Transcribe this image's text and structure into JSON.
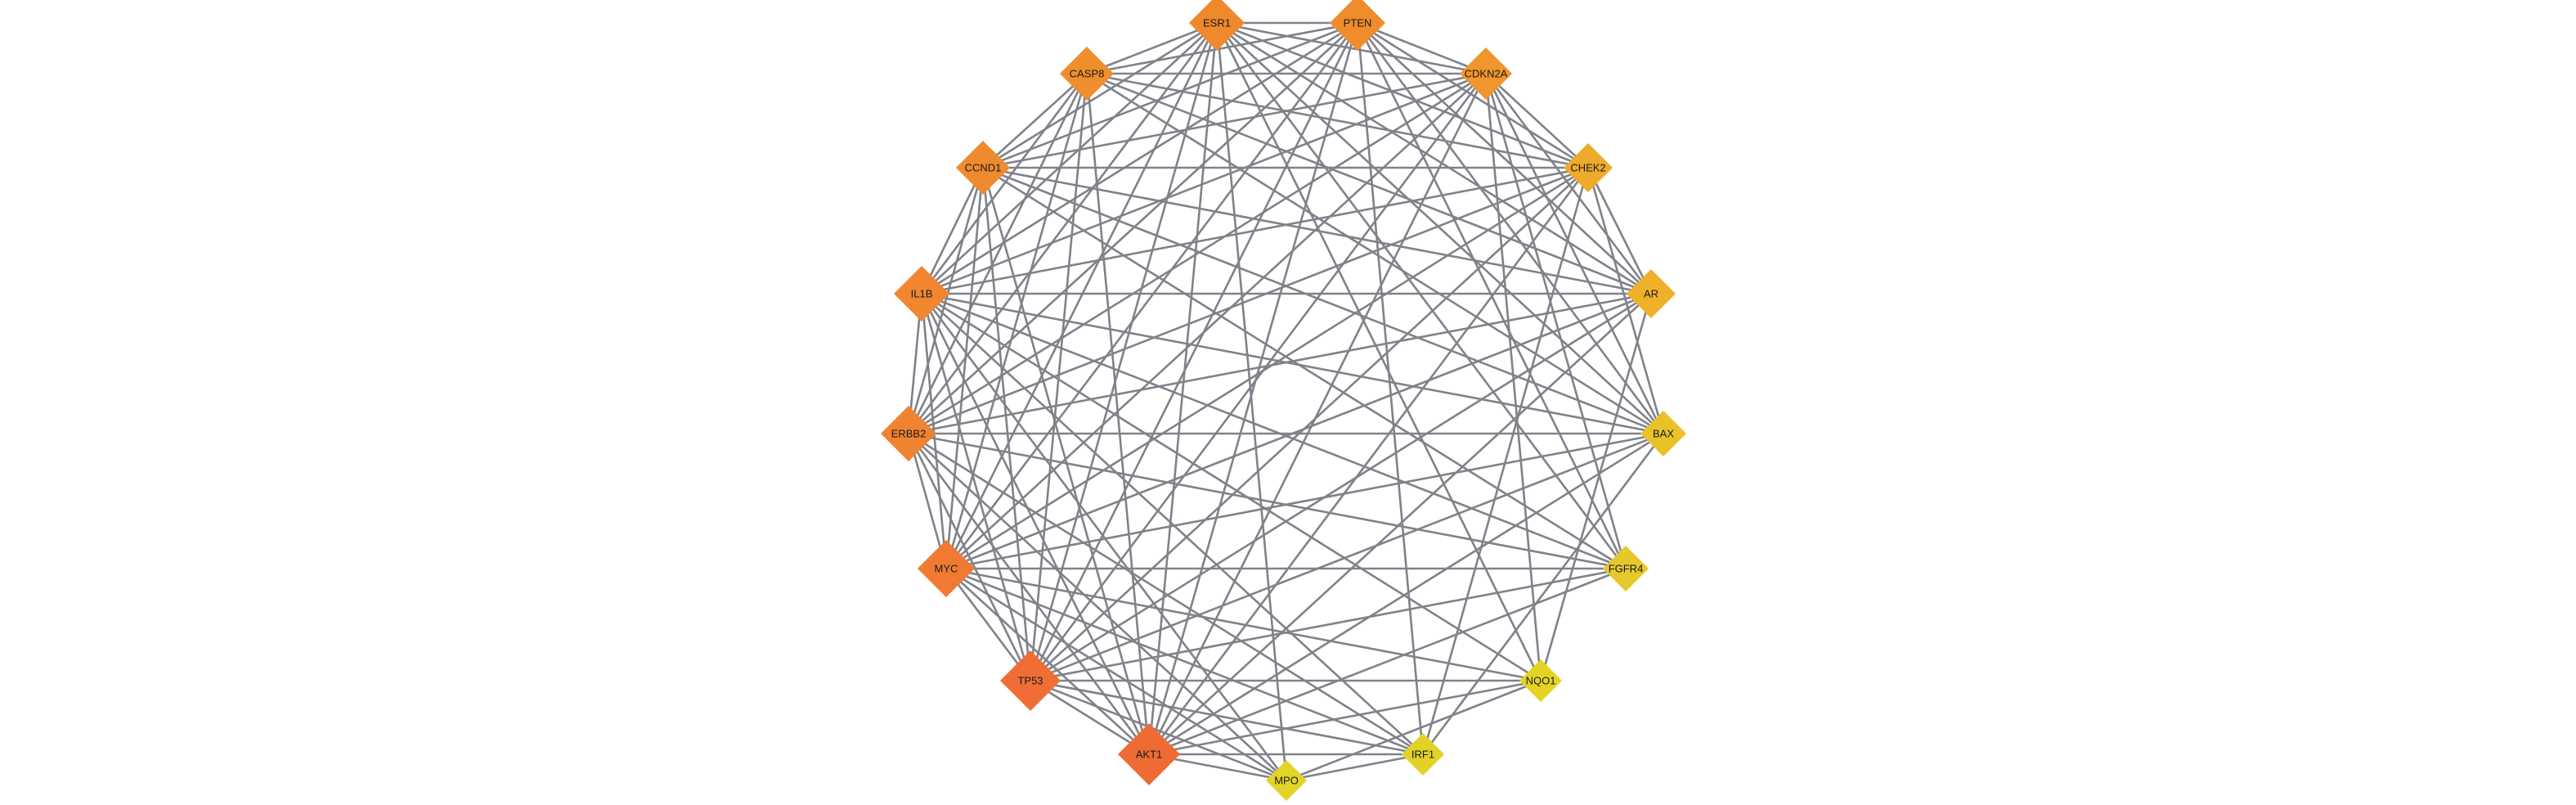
{
  "network": {
    "edge_color": "#80828a",
    "nodes": [
      {
        "id": "ESR1",
        "color": "#f0892c",
        "size": 34
      },
      {
        "id": "PTEN",
        "color": "#f08c2c",
        "size": 34
      },
      {
        "id": "CDKN2A",
        "color": "#f0962c",
        "size": 32
      },
      {
        "id": "CHEK2",
        "color": "#eeaa2a",
        "size": 30
      },
      {
        "id": "AR",
        "color": "#efb12a",
        "size": 30
      },
      {
        "id": "BAX",
        "color": "#e9c22a",
        "size": 28
      },
      {
        "id": "FGFR4",
        "color": "#e6c82c",
        "size": 28
      },
      {
        "id": "NQO1",
        "color": "#e4d324",
        "size": 26
      },
      {
        "id": "IRF1",
        "color": "#e2d226",
        "size": 26
      },
      {
        "id": "MPO",
        "color": "#e2d528",
        "size": 25
      },
      {
        "id": "AKT1",
        "color": "#ef6b34",
        "size": 38
      },
      {
        "id": "TP53",
        "color": "#f06e36",
        "size": 37
      },
      {
        "id": "MYC",
        "color": "#f07a32",
        "size": 35
      },
      {
        "id": "ERBB2",
        "color": "#f08330",
        "size": 34
      },
      {
        "id": "IL1B",
        "color": "#f0862f",
        "size": 34
      },
      {
        "id": "CCND1",
        "color": "#f08a2e",
        "size": 33
      },
      {
        "id": "CASP8",
        "color": "#f08e2d",
        "size": 33
      }
    ],
    "edges": [
      [
        "ESR1",
        "PTEN"
      ],
      [
        "ESR1",
        "CDKN2A"
      ],
      [
        "ESR1",
        "CHEK2"
      ],
      [
        "ESR1",
        "AR"
      ],
      [
        "ESR1",
        "BAX"
      ],
      [
        "ESR1",
        "FGFR4"
      ],
      [
        "ESR1",
        "NQO1"
      ],
      [
        "ESR1",
        "AKT1"
      ],
      [
        "ESR1",
        "TP53"
      ],
      [
        "ESR1",
        "MYC"
      ],
      [
        "ESR1",
        "ERBB2"
      ],
      [
        "ESR1",
        "IL1B"
      ],
      [
        "ESR1",
        "CCND1"
      ],
      [
        "ESR1",
        "CASP8"
      ],
      [
        "ESR1",
        "MPO"
      ],
      [
        "PTEN",
        "CDKN2A"
      ],
      [
        "PTEN",
        "CHEK2"
      ],
      [
        "PTEN",
        "AR"
      ],
      [
        "PTEN",
        "BAX"
      ],
      [
        "PTEN",
        "FGFR4"
      ],
      [
        "PTEN",
        "IRF1"
      ],
      [
        "PTEN",
        "AKT1"
      ],
      [
        "PTEN",
        "TP53"
      ],
      [
        "PTEN",
        "MYC"
      ],
      [
        "PTEN",
        "ERBB2"
      ],
      [
        "PTEN",
        "IL1B"
      ],
      [
        "PTEN",
        "CCND1"
      ],
      [
        "PTEN",
        "CASP8"
      ],
      [
        "CDKN2A",
        "CHEK2"
      ],
      [
        "CDKN2A",
        "AR"
      ],
      [
        "CDKN2A",
        "BAX"
      ],
      [
        "CDKN2A",
        "FGFR4"
      ],
      [
        "CDKN2A",
        "NQO1"
      ],
      [
        "CDKN2A",
        "AKT1"
      ],
      [
        "CDKN2A",
        "TP53"
      ],
      [
        "CDKN2A",
        "MYC"
      ],
      [
        "CDKN2A",
        "ERBB2"
      ],
      [
        "CDKN2A",
        "IL1B"
      ],
      [
        "CDKN2A",
        "CCND1"
      ],
      [
        "CDKN2A",
        "CASP8"
      ],
      [
        "CHEK2",
        "AR"
      ],
      [
        "CHEK2",
        "BAX"
      ],
      [
        "CHEK2",
        "AKT1"
      ],
      [
        "CHEK2",
        "TP53"
      ],
      [
        "CHEK2",
        "MYC"
      ],
      [
        "CHEK2",
        "ERBB2"
      ],
      [
        "CHEK2",
        "IL1B"
      ],
      [
        "CHEK2",
        "CCND1"
      ],
      [
        "CHEK2",
        "CASP8"
      ],
      [
        "CHEK2",
        "IRF1"
      ],
      [
        "AR",
        "AKT1"
      ],
      [
        "AR",
        "TP53"
      ],
      [
        "AR",
        "MYC"
      ],
      [
        "AR",
        "ERBB2"
      ],
      [
        "AR",
        "IL1B"
      ],
      [
        "AR",
        "CCND1"
      ],
      [
        "AR",
        "CASP8"
      ],
      [
        "AR",
        "NQO1"
      ],
      [
        "BAX",
        "AKT1"
      ],
      [
        "BAX",
        "TP53"
      ],
      [
        "BAX",
        "MYC"
      ],
      [
        "BAX",
        "ERBB2"
      ],
      [
        "BAX",
        "IL1B"
      ],
      [
        "BAX",
        "CCND1"
      ],
      [
        "BAX",
        "CASP8"
      ],
      [
        "BAX",
        "IRF1"
      ],
      [
        "FGFR4",
        "AKT1"
      ],
      [
        "FGFR4",
        "TP53"
      ],
      [
        "FGFR4",
        "MYC"
      ],
      [
        "FGFR4",
        "ERBB2"
      ],
      [
        "FGFR4",
        "IL1B"
      ],
      [
        "FGFR4",
        "CCND1"
      ],
      [
        "NQO1",
        "AKT1"
      ],
      [
        "NQO1",
        "TP53"
      ],
      [
        "NQO1",
        "MYC"
      ],
      [
        "NQO1",
        "MPO"
      ],
      [
        "NQO1",
        "IL1B"
      ],
      [
        "IRF1",
        "AKT1"
      ],
      [
        "IRF1",
        "TP53"
      ],
      [
        "IRF1",
        "MYC"
      ],
      [
        "IRF1",
        "ERBB2"
      ],
      [
        "IRF1",
        "IL1B"
      ],
      [
        "IRF1",
        "MPO"
      ],
      [
        "MPO",
        "AKT1"
      ],
      [
        "MPO",
        "TP53"
      ],
      [
        "MPO",
        "MYC"
      ],
      [
        "MPO",
        "ERBB2"
      ],
      [
        "MPO",
        "IL1B"
      ],
      [
        "AKT1",
        "TP53"
      ],
      [
        "AKT1",
        "MYC"
      ],
      [
        "AKT1",
        "ERBB2"
      ],
      [
        "AKT1",
        "IL1B"
      ],
      [
        "AKT1",
        "CCND1"
      ],
      [
        "AKT1",
        "CASP8"
      ],
      [
        "TP53",
        "MYC"
      ],
      [
        "TP53",
        "ERBB2"
      ],
      [
        "TP53",
        "IL1B"
      ],
      [
        "TP53",
        "CCND1"
      ],
      [
        "TP53",
        "CASP8"
      ],
      [
        "MYC",
        "ERBB2"
      ],
      [
        "MYC",
        "IL1B"
      ],
      [
        "MYC",
        "CCND1"
      ],
      [
        "MYC",
        "CASP8"
      ],
      [
        "ERBB2",
        "IL1B"
      ],
      [
        "ERBB2",
        "CCND1"
      ],
      [
        "ERBB2",
        "CASP8"
      ],
      [
        "IL1B",
        "CCND1"
      ],
      [
        "IL1B",
        "CASP8"
      ],
      [
        "CCND1",
        "CASP8"
      ]
    ]
  }
}
